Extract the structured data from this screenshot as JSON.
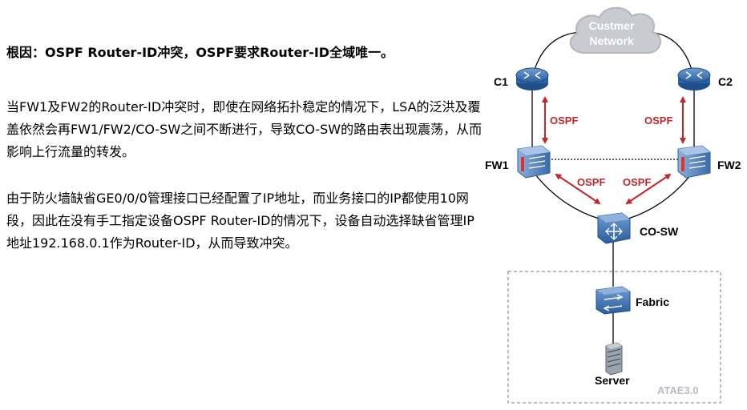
{
  "text": {
    "heading": "根因：OSPF Router-ID冲突，OSPF要求Router-ID全域唯一。",
    "paragraph1": "当FW1及FW2的Router-ID冲突时，即使在网络拓扑稳定的情况下，LSA的泛洪及覆盖依然会再FW1/FW2/CO-SW之间不断进行，导致CO-SW的路由表出现震荡，从而影响上行流量的转发。",
    "paragraph2": "由于防火墙缺省GE0/0/0管理接口已经配置了IP地址，而业务接口的IP都使用10网段，因此在没有手工指定设备OSPF Router-ID的情况下，设备自动选择缺省管理IP地址192.168.0.1作为Router-ID，从而导致冲突。"
  },
  "diagram": {
    "cloud_line1": "Custmer",
    "cloud_line2": "Network",
    "nodes": {
      "c1": "C1",
      "c2": "C2",
      "fw1": "FW1",
      "fw2": "FW2",
      "cosw": "CO-SW",
      "fabric": "Fabric",
      "server": "Server"
    },
    "ospf_labels": {
      "c1_fw1": "OSPF",
      "c2_fw2": "OSPF",
      "fw1_cosw": "OSPF",
      "fw2_cosw": "OSPF"
    },
    "watermark": "ATAE3.0"
  },
  "colors": {
    "device_blue": "#2d63a4",
    "ospf_red": "#c0282d",
    "cloud_gray": "#c9cbd1",
    "firewall_red": "#d9362b"
  },
  "icons": {
    "router": "router-icon",
    "firewall": "firewall-icon",
    "switch": "switch-icon",
    "fabric": "fabric-switch-icon",
    "server": "server-icon",
    "cloud": "cloud-icon"
  }
}
